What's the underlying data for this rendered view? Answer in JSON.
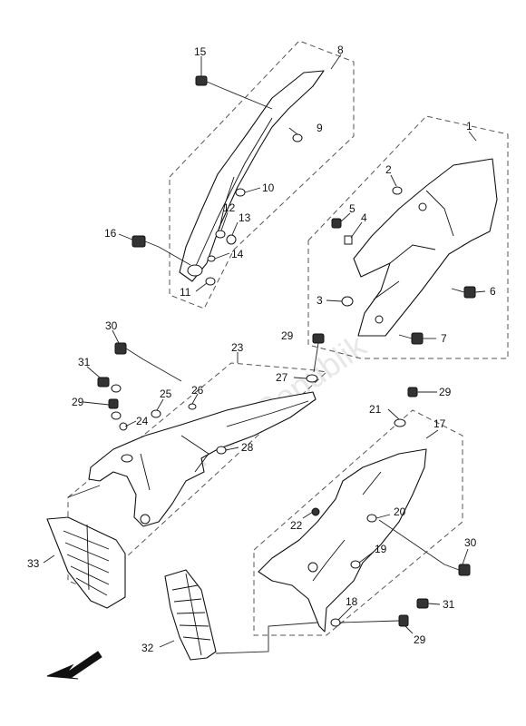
{
  "watermark": "PartsRepublik",
  "callouts": [
    {
      "id": "c1",
      "label": "1"
    },
    {
      "id": "c2",
      "label": "2"
    },
    {
      "id": "c3",
      "label": "3"
    },
    {
      "id": "c4",
      "label": "4"
    },
    {
      "id": "c5",
      "label": "5"
    },
    {
      "id": "c6",
      "label": "6"
    },
    {
      "id": "c7",
      "label": "7"
    },
    {
      "id": "c8",
      "label": "8"
    },
    {
      "id": "c9",
      "label": "9"
    },
    {
      "id": "c10",
      "label": "10"
    },
    {
      "id": "c11",
      "label": "11"
    },
    {
      "id": "c12",
      "label": "12"
    },
    {
      "id": "c13",
      "label": "13"
    },
    {
      "id": "c14",
      "label": "14"
    },
    {
      "id": "c15",
      "label": "15"
    },
    {
      "id": "c16",
      "label": "16"
    },
    {
      "id": "c17",
      "label": "17"
    },
    {
      "id": "c18",
      "label": "18"
    },
    {
      "id": "c19",
      "label": "19"
    },
    {
      "id": "c20",
      "label": "20"
    },
    {
      "id": "c21",
      "label": "21"
    },
    {
      "id": "c22",
      "label": "22"
    },
    {
      "id": "c23",
      "label": "23"
    },
    {
      "id": "c24",
      "label": "24"
    },
    {
      "id": "c25",
      "label": "25"
    },
    {
      "id": "c26",
      "label": "26"
    },
    {
      "id": "c27",
      "label": "27"
    },
    {
      "id": "c28",
      "label": "28"
    },
    {
      "id": "c29a",
      "label": "29"
    },
    {
      "id": "c29b",
      "label": "29"
    },
    {
      "id": "c29c",
      "label": "29"
    },
    {
      "id": "c29d",
      "label": "29"
    },
    {
      "id": "c30a",
      "label": "30"
    },
    {
      "id": "c30b",
      "label": "30"
    },
    {
      "id": "c31a",
      "label": "31"
    },
    {
      "id": "c31b",
      "label": "31"
    },
    {
      "id": "c32",
      "label": "32"
    },
    {
      "id": "c33",
      "label": "33"
    }
  ]
}
